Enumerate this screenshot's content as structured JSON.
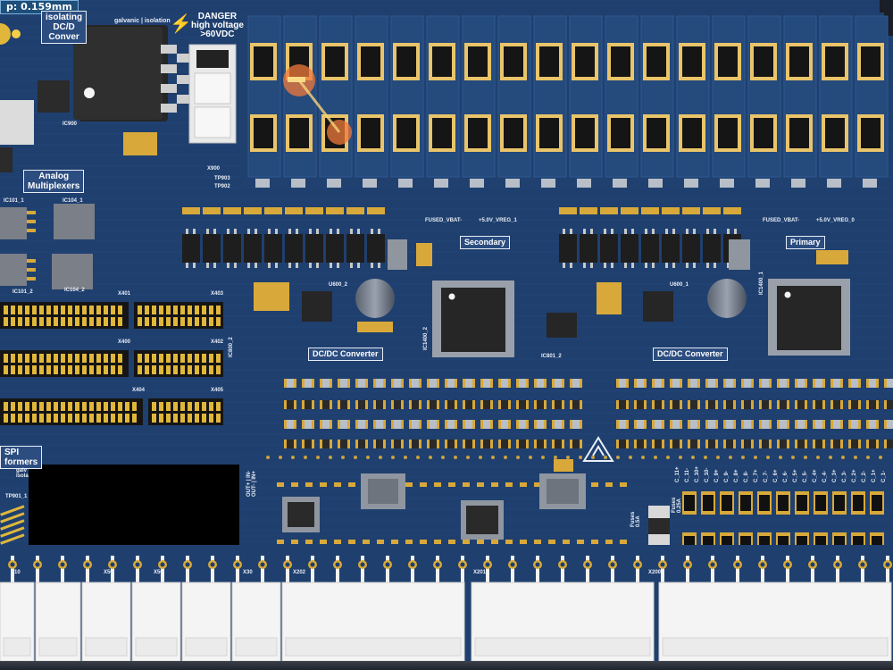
{
  "measure": {
    "text": "p: 0.159mm"
  },
  "labels": {
    "isolating_dcdc": "isolating\nDC/D\nConver",
    "galvanic_isolation": "galvanic | isolation",
    "danger": "DANGER\nhigh voltage\n>60VDC",
    "analog_mux": "Analog\nMultiplexers",
    "secondary": "Secondary",
    "primary": "Primary",
    "dcdc_left": "DC/DC Converter",
    "dcdc_right": "DC/DC Converter",
    "spi": "SPI\nformers",
    "fused_vbat_left": "FUSED_VBAT-",
    "vreg_left": "+5.0V_VREG_1",
    "fused_vbat_right": "FUSED_VBAT-",
    "vreg_right": "+5.0V_VREG_0",
    "galv_small": "galv\nisola",
    "out_labels": "OUT+ | IN-\nOUT- | IN+",
    "fuses_a": "Fuses\n0.5A",
    "fuses_b": "Fuses\n0.25A"
  },
  "refdes": {
    "ic900": "IC900",
    "x900": "X900",
    "tp903": "TP903",
    "tp902": "TP902",
    "ic101_1": "IC101_1",
    "ic104_1": "IC104_1",
    "ic101_2": "IC101_2",
    "ic104_2": "IC104_2",
    "x401": "X401",
    "x403": "X403",
    "x400": "X400",
    "x402": "X402",
    "x404": "X404",
    "x405": "X405",
    "u600_2": "U600_2",
    "u600_1": "U600_1",
    "ic1400_2": "IC1400_2",
    "ic1400_1": "IC1400_1",
    "ic801_2": "IC801_2",
    "ic800_2": "IC800_2",
    "tp901_1": "TP901_1",
    "x202": "X202",
    "x201": "X201",
    "x200": "X200",
    "x50a": "X50",
    "x50b": "X50",
    "x10": "X10",
    "x30": "X30"
  },
  "cell_labels": [
    "C_11+",
    "C_11-",
    "C_10+",
    "C_10-",
    "C_9+",
    "C_9-",
    "C_8+",
    "C_8-",
    "C_7+",
    "C_7-",
    "C_6+",
    "C_6-",
    "C_5+",
    "C_5-",
    "C_4+",
    "C_4-",
    "C_3+",
    "C_3-",
    "C_2+",
    "C_2-",
    "C_1+",
    "C_1-"
  ],
  "colors": {
    "board": "#1f3f6e",
    "board_dark": "#173259",
    "pad": "#d8a93a",
    "ic": "#2a2a2a",
    "silk": "#e9eef6",
    "connector": "#f4f4f4",
    "measure_marker": "#f07a3a"
  }
}
